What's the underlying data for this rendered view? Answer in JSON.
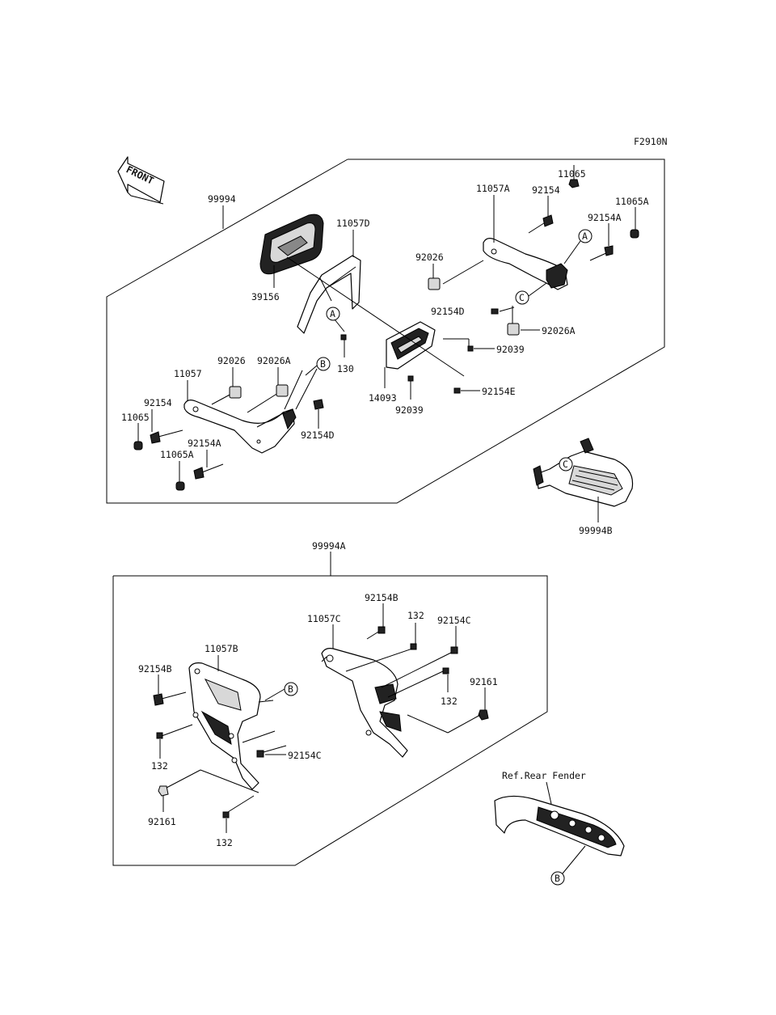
{
  "diagram_code": "F2910N",
  "front_label": "FRONT",
  "reference_label": "Ref.Rear Fender",
  "assembly_labels": {
    "a1": "99994",
    "a2": "99994A",
    "a3": "99994B"
  },
  "callouts": {
    "A": "A",
    "B": "B",
    "C": "C"
  },
  "parts": {
    "p_11065_top": "11065",
    "p_92154_top": "92154",
    "p_11065A_top": "11065A",
    "p_11057A": "11057A",
    "p_92154A_top": "92154A",
    "p_11057D": "11057D",
    "p_92026_top": "92026",
    "p_39156": "39156",
    "p_92154D_top": "92154D",
    "p_92026A_top": "92026A",
    "p_92039_r": "92039",
    "p_130": "130",
    "p_92026_l": "92026",
    "p_92026A_l": "92026A",
    "p_11057": "11057",
    "p_14093": "14093",
    "p_92154E": "92154E",
    "p_92039_b": "92039",
    "p_92154_l": "92154",
    "p_11065_l": "11065",
    "p_92154D_l": "92154D",
    "p_92154A_l": "92154A",
    "p_11065A_l": "11065A",
    "p_92154B_c": "92154B",
    "p_132_c": "132",
    "p_11057C": "11057C",
    "p_92154C_r": "92154C",
    "p_11057B": "11057B",
    "p_92154B_l": "92154B",
    "p_132_r": "132",
    "p_92161_r": "92161",
    "p_132_l": "132",
    "p_92154C_l": "92154C",
    "p_92161_l": "92161",
    "p_132_b": "132"
  }
}
